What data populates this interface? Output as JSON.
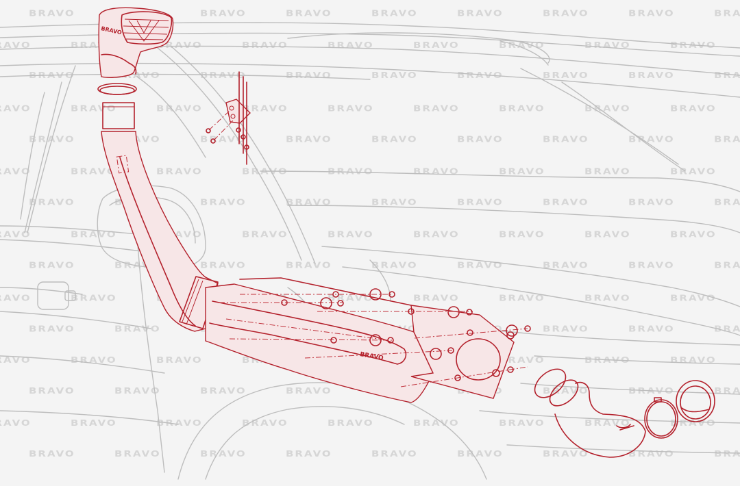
{
  "diagram": {
    "type": "exploded-assembly-drawing",
    "subject": "Vehicle snorkel kit installation on left front fender and A-pillar",
    "brand_watermark": "BRAVO",
    "watermark_rows_y": [
      19,
      66,
      110,
      158,
      203,
      250,
      295,
      342,
      387,
      435,
      480,
      526,
      571,
      618,
      663
    ],
    "colors": {
      "background": "#f4f4f4",
      "vehicle_outline": "#bdbdbd",
      "parts_outline": "#b3202b",
      "watermark": "#d6d6d6"
    },
    "parts": [
      {
        "id": "ram-head",
        "label": "Snorkel ram head (air intake)",
        "brand_text": "BRAVO"
      },
      {
        "id": "hose-clamp-top",
        "label": "Hose clamp"
      },
      {
        "id": "coupler",
        "label": "Coupler sleeve"
      },
      {
        "id": "snorkel-body",
        "label": "Snorkel upper body (A-pillar section)"
      },
      {
        "id": "pillar-bracket",
        "label": "A-pillar mounting bracket with bolts"
      },
      {
        "id": "fender-body",
        "label": "Snorkel lower body (fender section)",
        "brand_text": "BRAVO"
      },
      {
        "id": "backing-plate",
        "label": "Fender backing plate"
      },
      {
        "id": "inner-elbow",
        "label": "Inner fender elbow pipe"
      },
      {
        "id": "hose-clamp-bottom",
        "label": "Hose clamp"
      },
      {
        "id": "airbox-adapter",
        "label": "Airbox adapter ring"
      }
    ]
  }
}
